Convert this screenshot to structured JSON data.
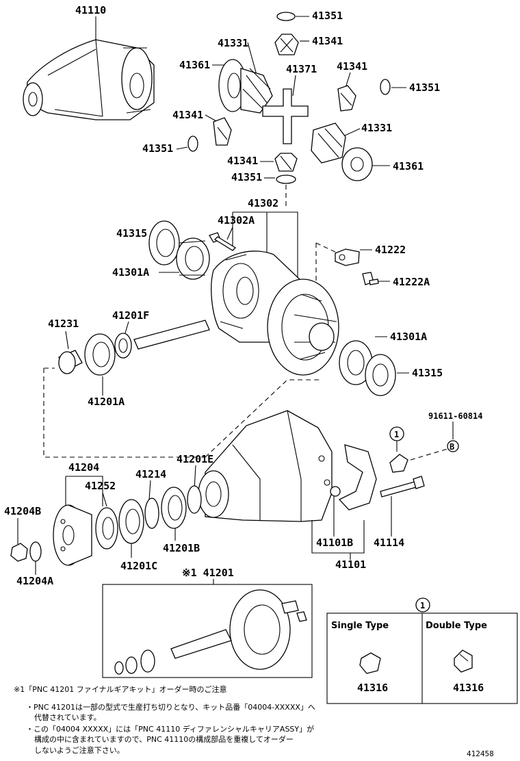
{
  "labels": {
    "p41110": "41110",
    "p41351_a": "41351",
    "p41341_a": "41341",
    "p41331_a": "41331",
    "p41361_a": "41361",
    "p41371": "41371",
    "p41341_b": "41341",
    "p41351_b": "41351",
    "p41341_c": "41341",
    "p41351_c": "41351",
    "p41331_b": "41331",
    "p41341_d": "41341",
    "p41361_b": "41361",
    "p41351_d": "41351",
    "p41302": "41302",
    "p41302A": "41302A",
    "p41315_a": "41315",
    "p41222": "41222",
    "p41301A_a": "41301A",
    "p41222A": "41222A",
    "p41231": "41231",
    "p41201F": "41201F",
    "p41301A_b": "41301A",
    "p41315_b": "41315",
    "p41201A": "41201A",
    "p91611": "91611-60814",
    "circle1": "1",
    "circleB": "B",
    "p41204": "41204",
    "p41201E": "41201E",
    "p41252": "41252",
    "p41214": "41214",
    "p41204B": "41204B",
    "p41101B": "41101B",
    "p41114": "41114",
    "p41201B": "41201B",
    "p41201C": "41201C",
    "p41204A": "41204A",
    "p41101": "41101",
    "p41201_kit": "※1 41201"
  },
  "legend_box": {
    "marker": "1",
    "single_title": "Single Type",
    "double_title": "Double Type",
    "single_part": "41316",
    "double_part": "41316"
  },
  "notes": {
    "line1": "※1「PNC 41201 ファイナルギアキット」オーダー時のご注意",
    "line2": "・PNC 41201は一部の型式で生産打ち切りとなり、キット品番「04004-XXXXX」へ",
    "line3": "代替されています。",
    "line4": "・この「04004 XXXXX」には「PNC 41110 ディファレンシャルキャリアASSY」が",
    "line5": "構成の中に含まれていますので、PNC 41110の構成部品を重複してオーダー",
    "line6": "しないようご注意下さい。"
  },
  "figure_ref": "412458"
}
